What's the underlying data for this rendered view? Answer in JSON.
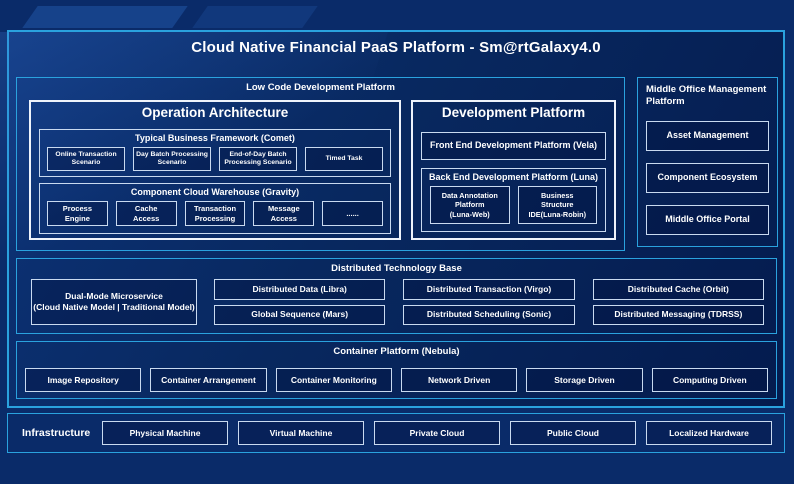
{
  "title": "Cloud Native Financial PaaS Platform - Sm@rtGalaxy4.0",
  "colors": {
    "background": "#0a2b69",
    "section_border": "#2aa2de",
    "box_border_light": "#c9daf0",
    "box_border_white": "#eef3fb",
    "text": "#ffffff"
  },
  "low_code": {
    "label": "Low Code Development Platform",
    "operation": {
      "title": "Operation Architecture",
      "comet": {
        "label": "Typical Business Framework (Comet)",
        "items": [
          "Online Transaction\nScenario",
          "Day Batch Processing\nScenario",
          "End-of-Day Batch\nProcessing Scenario",
          "Timed Task"
        ]
      },
      "gravity": {
        "label": "Component Cloud Warehouse (Gravity)",
        "items": [
          "Process\nEngine",
          "Cache\nAccess",
          "Transaction\nProcessing",
          "Message\nAccess",
          "......"
        ]
      }
    },
    "development": {
      "title": "Development Platform",
      "front_end": "Front End Development Platform (Vela)",
      "back_end": {
        "label": "Back End Development Platform (Luna)",
        "items": [
          "Data Annotation\nPlatform\n(Luna-Web)",
          "Business\nStructure\nIDE(Luna-Robin)"
        ]
      }
    }
  },
  "middle_office": {
    "label": "Middle Office Management\nPlatform",
    "items": [
      "Asset Management",
      "Component Ecosystem",
      "Middle Office Portal"
    ]
  },
  "distributed": {
    "label": "Distributed Technology Base",
    "dual_mode": "Dual-Mode Microservice\n(Cloud Native Model | Traditional Model)",
    "grid": [
      "Distributed Data (Libra)",
      "Distributed Transaction (Virgo)",
      "Distributed Cache (Orbit)",
      "Global Sequence (Mars)",
      "Distributed Scheduling (Sonic)",
      "Distributed Messaging (TDRSS)"
    ]
  },
  "container": {
    "label": "Container Platform (Nebula)",
    "items": [
      "Image Repository",
      "Container Arrangement",
      "Container Monitoring",
      "Network Driven",
      "Storage Driven",
      "Computing Driven"
    ]
  },
  "infrastructure": {
    "label": "Infrastructure",
    "items": [
      "Physical Machine",
      "Virtual Machine",
      "Private Cloud",
      "Public Cloud",
      "Localized Hardware"
    ]
  }
}
